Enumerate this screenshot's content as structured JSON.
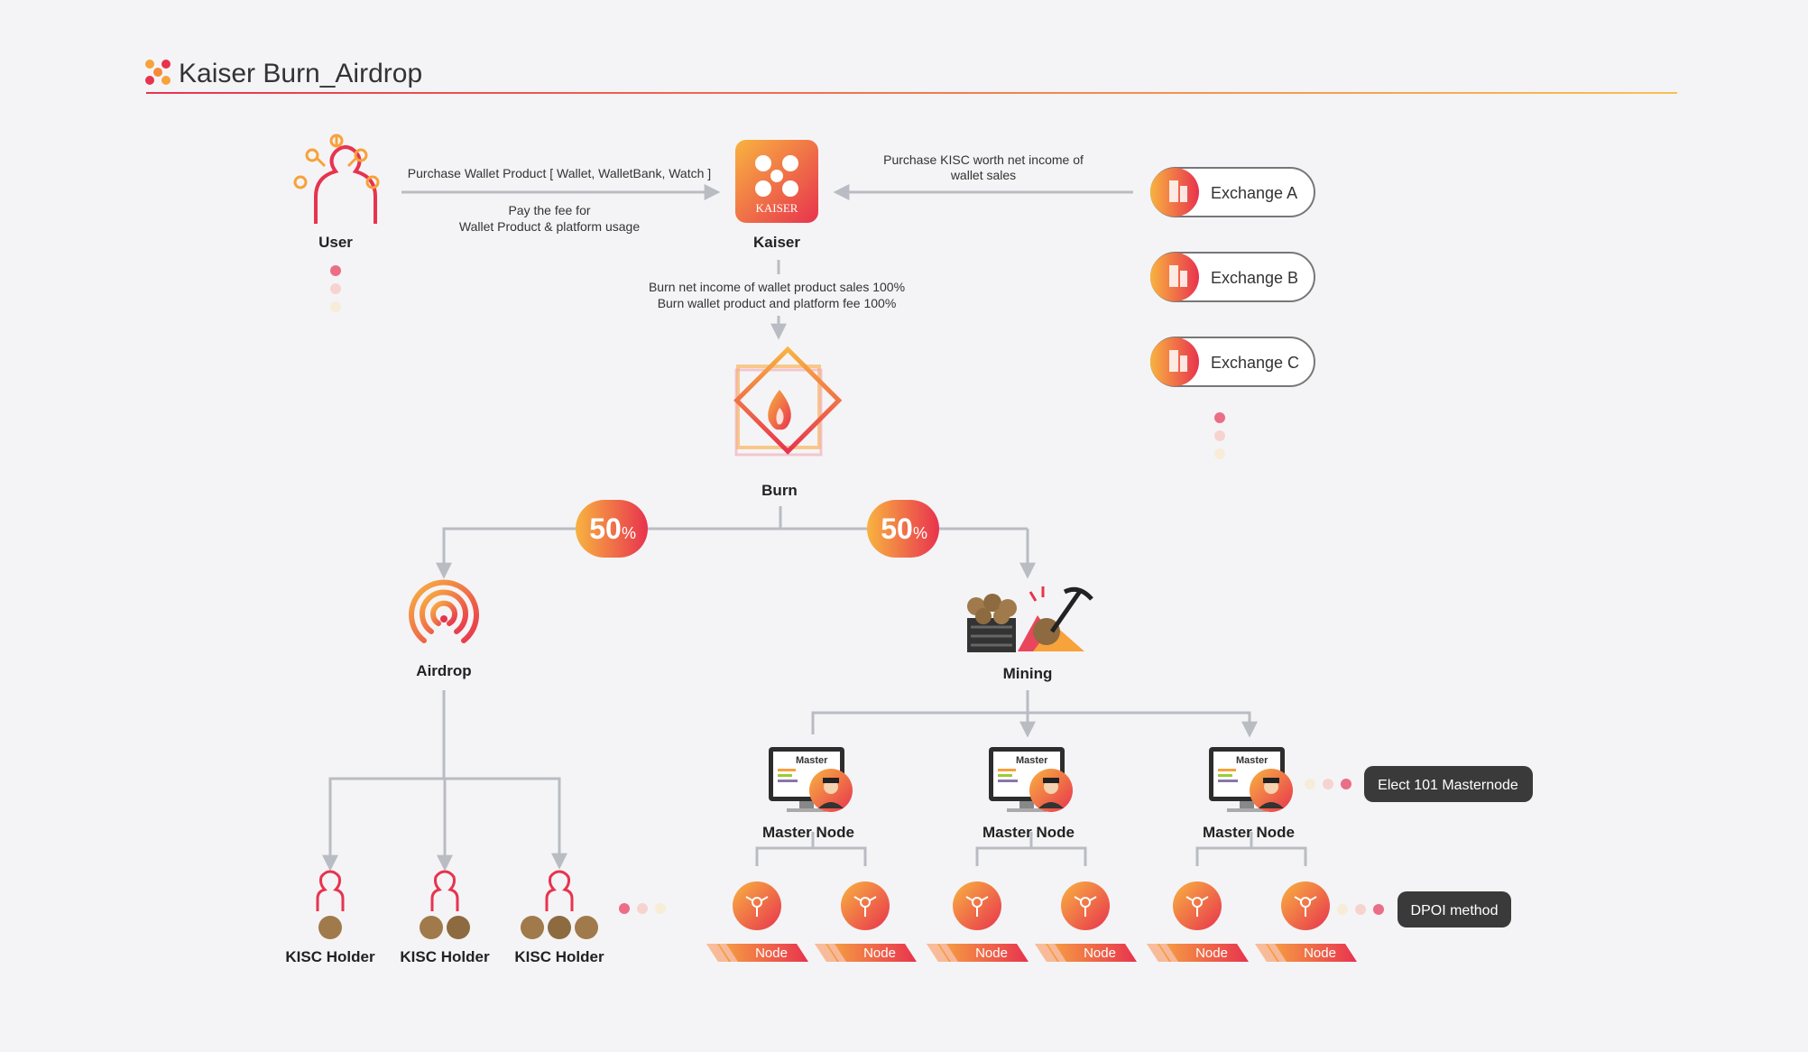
{
  "header": {
    "title": "Kaiser Burn_Airdrop"
  },
  "nodes": {
    "user": "User",
    "kaiser": "Kaiser",
    "kaiser_logo": "KAISER",
    "burn": "Burn",
    "airdrop": "Airdrop",
    "mining": "Mining",
    "master_node": "Master Node",
    "kisc_holder": "KISC Holder",
    "node": "Node",
    "master_screen": "Master"
  },
  "edges": {
    "purchase_wallet": "Purchase Wallet Product [ Wallet, WalletBank, Watch ]",
    "pay_fee_line1": "Pay the fee for",
    "pay_fee_line2": "Wallet Product & platform usage",
    "purchase_kisc_line1": "Purchase KISC worth net income of",
    "purchase_kisc_line2": "wallet sales",
    "burn_line1": "Burn net income of wallet product sales 100%",
    "burn_line2": "Burn wallet product and platform fee 100%"
  },
  "split": {
    "left_value": "50",
    "right_value": "50",
    "unit": "%"
  },
  "exchanges": [
    "Exchange A",
    "Exchange B",
    "Exchange C"
  ],
  "badges": {
    "elect": "Elect 101 Masternode",
    "dpoi": "DPOI method"
  },
  "colors": {
    "accent_orange": "#f7a23a",
    "accent_red": "#e8334e",
    "line": "#b9bcc2",
    "badge": "#3a3a3a"
  }
}
